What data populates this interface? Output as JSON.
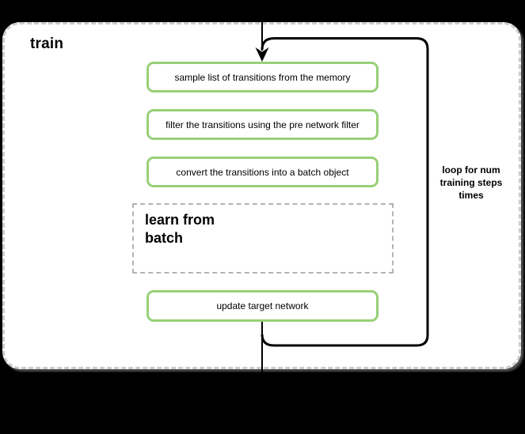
{
  "diagram": {
    "group_label": "train",
    "steps": [
      "sample list of transitions from the memory",
      "filter the transitions using the pre network filter",
      "convert the transitions into a batch object"
    ],
    "subprocess_label": "learn from batch",
    "final_step_label": "update target network",
    "loop_label": "loop for num training steps times",
    "colors": {
      "canvas_bg": "#000000",
      "container_bg": "#ffffff",
      "container_dash": "#cccccc",
      "subprocess_dash": "#b3b3b3",
      "step_border": "#97d077",
      "flow_line": "#000000",
      "text": "#000000"
    }
  }
}
